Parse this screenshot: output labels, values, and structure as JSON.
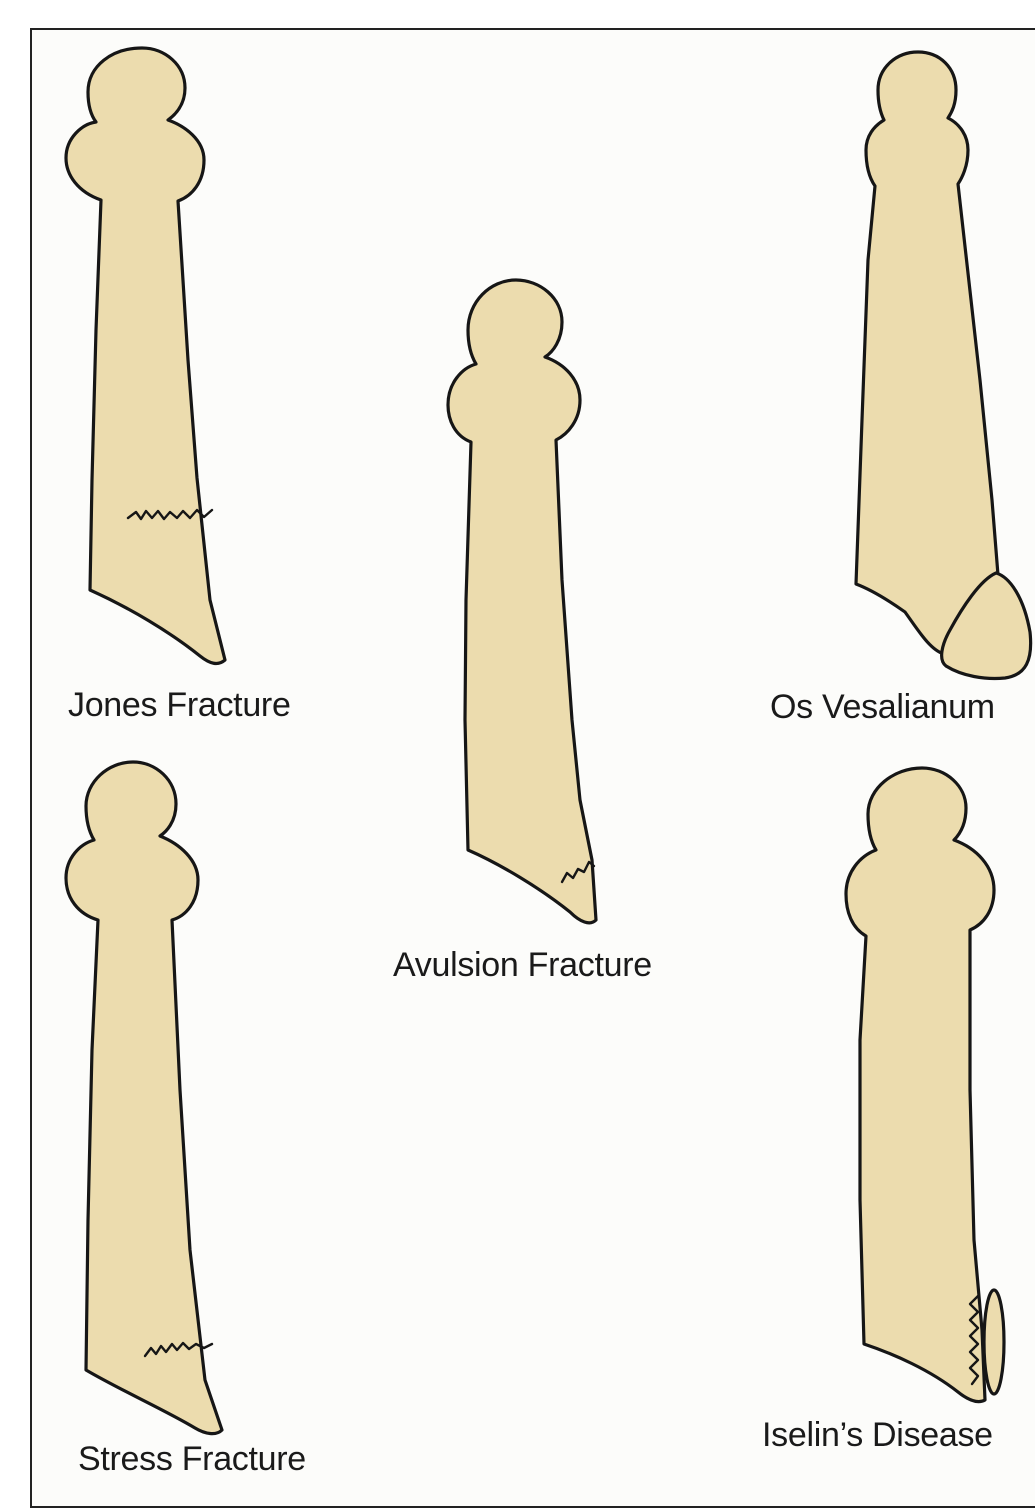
{
  "panels": [
    {
      "id": "jones",
      "label": "Jones Fracture"
    },
    {
      "id": "avulsion",
      "label": "Avulsion Fracture"
    },
    {
      "id": "os-vesalianum",
      "label": "Os Vesalianum"
    },
    {
      "id": "stress",
      "label": "Stress Fracture"
    },
    {
      "id": "iselin",
      "label": "Iselin’s Disease"
    }
  ],
  "colors": {
    "bone_fill": "#ecdcae",
    "outline": "#161616",
    "frame": "#222222"
  }
}
